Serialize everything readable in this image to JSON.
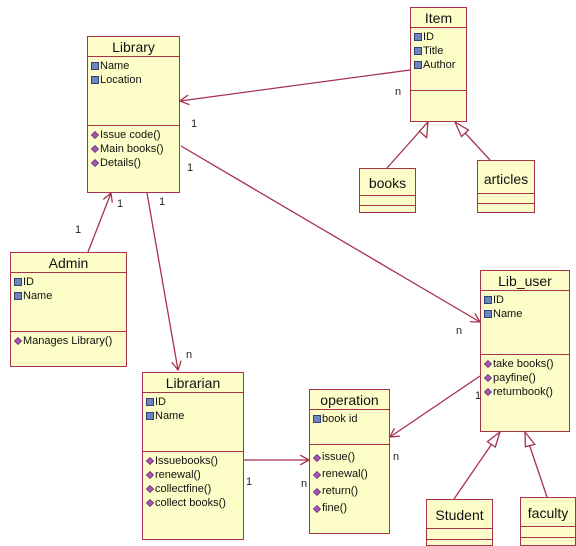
{
  "colors": {
    "fill": "#fdfdc8",
    "stroke": "#a8324b",
    "text": "#111111"
  },
  "classes": {
    "library": {
      "name": "Library",
      "attributes": [
        "Name",
        "Location"
      ],
      "operations": [
        "Issue code()",
        "Main books()",
        "Details()"
      ]
    },
    "item": {
      "name": "Item",
      "attributes": [
        "ID",
        "Title",
        "Author"
      ]
    },
    "books": {
      "name": "books"
    },
    "articles": {
      "name": "articles"
    },
    "admin": {
      "name": "Admin",
      "attributes": [
        "ID",
        "Name"
      ],
      "operations": [
        "Manages Library()"
      ]
    },
    "lib_user": {
      "name": "Lib_user",
      "attributes": [
        "ID",
        "Name"
      ],
      "operations": [
        "take books()",
        "payfine()",
        "returnbook()"
      ]
    },
    "librarian": {
      "name": "Librarian",
      "attributes": [
        "ID",
        "Name"
      ],
      "operations": [
        "Issuebooks()",
        "renewal()",
        "collectfine()",
        "collect books()"
      ]
    },
    "operation": {
      "name": "operation",
      "attributes": [
        "book id"
      ],
      "operations": [
        "issue()",
        "renewal()",
        "return()",
        "fine()"
      ]
    },
    "student": {
      "name": "Student"
    },
    "faculty": {
      "name": "faculty"
    }
  },
  "multiplicities": {
    "item_library_n": "n",
    "item_library_1": "1",
    "admin_library_1": "1",
    "admin_library_1b": "1",
    "library_librarian_1": "1",
    "library_librarian_n": "n",
    "library_libuser_1": "1",
    "library_libuser_n": "n",
    "librarian_operation_1": "1",
    "librarian_operation_n": "n",
    "libuser_operation_1": "1",
    "libuser_operation_n": "n"
  }
}
